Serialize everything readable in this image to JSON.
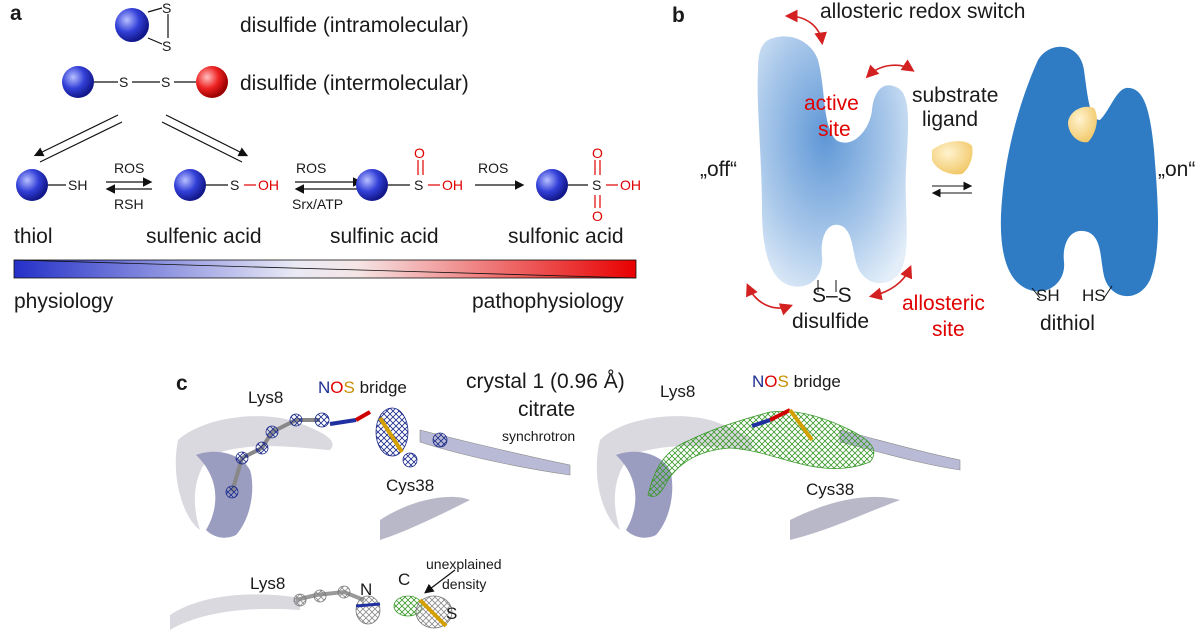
{
  "panels": {
    "a": "a",
    "b": "b",
    "c": "c"
  },
  "panel_a": {
    "disulfide_intra": "disulfide (intramolecular)",
    "disulfide_inter": "disulfide (intermolecular)",
    "S": "S",
    "SH": "SH",
    "O": "O",
    "OH": "OH",
    "H": "H",
    "ROS": "ROS",
    "RSH": "RSH",
    "srx_atp": "Srx/ATP",
    "thiol": "thiol",
    "sulfenic": "sulfenic acid",
    "sulfinic": "sulfinic acid",
    "sulfonic": "sulfonic acid",
    "physiology": "physiology",
    "pathophysiology": "pathophysiology",
    "colors": {
      "blue": "#2a36c8",
      "red": "#e60000"
    }
  },
  "panel_b": {
    "title": "allosteric redox switch",
    "active1": "active",
    "active2": "site",
    "substrate1": "substrate",
    "substrate2": "ligand",
    "off": "„off“",
    "on": "„on“",
    "ss": "S–S",
    "disulfide": "disulfide",
    "allosteric1": "allosteric",
    "allosteric2": "site",
    "sh": "SH",
    "hs": "HS",
    "dithiol": "dithiol",
    "colors": {
      "protein_off": "#a9c8ea",
      "protein_on": "#2f7cc4",
      "ligand": "#f6d58a",
      "arrow": "#d32020"
    }
  },
  "panel_c": {
    "lys8": "Lys8",
    "cys38": "Cys38",
    "n": "N",
    "o": "O",
    "s": "S",
    "c": "C",
    "bridge": "bridge",
    "crystal": "crystal 1 (0.96 Å)",
    "citrate": "citrate",
    "synchrotron": "synchrotron",
    "unexplained1": "unexplained",
    "unexplained2": "density"
  }
}
